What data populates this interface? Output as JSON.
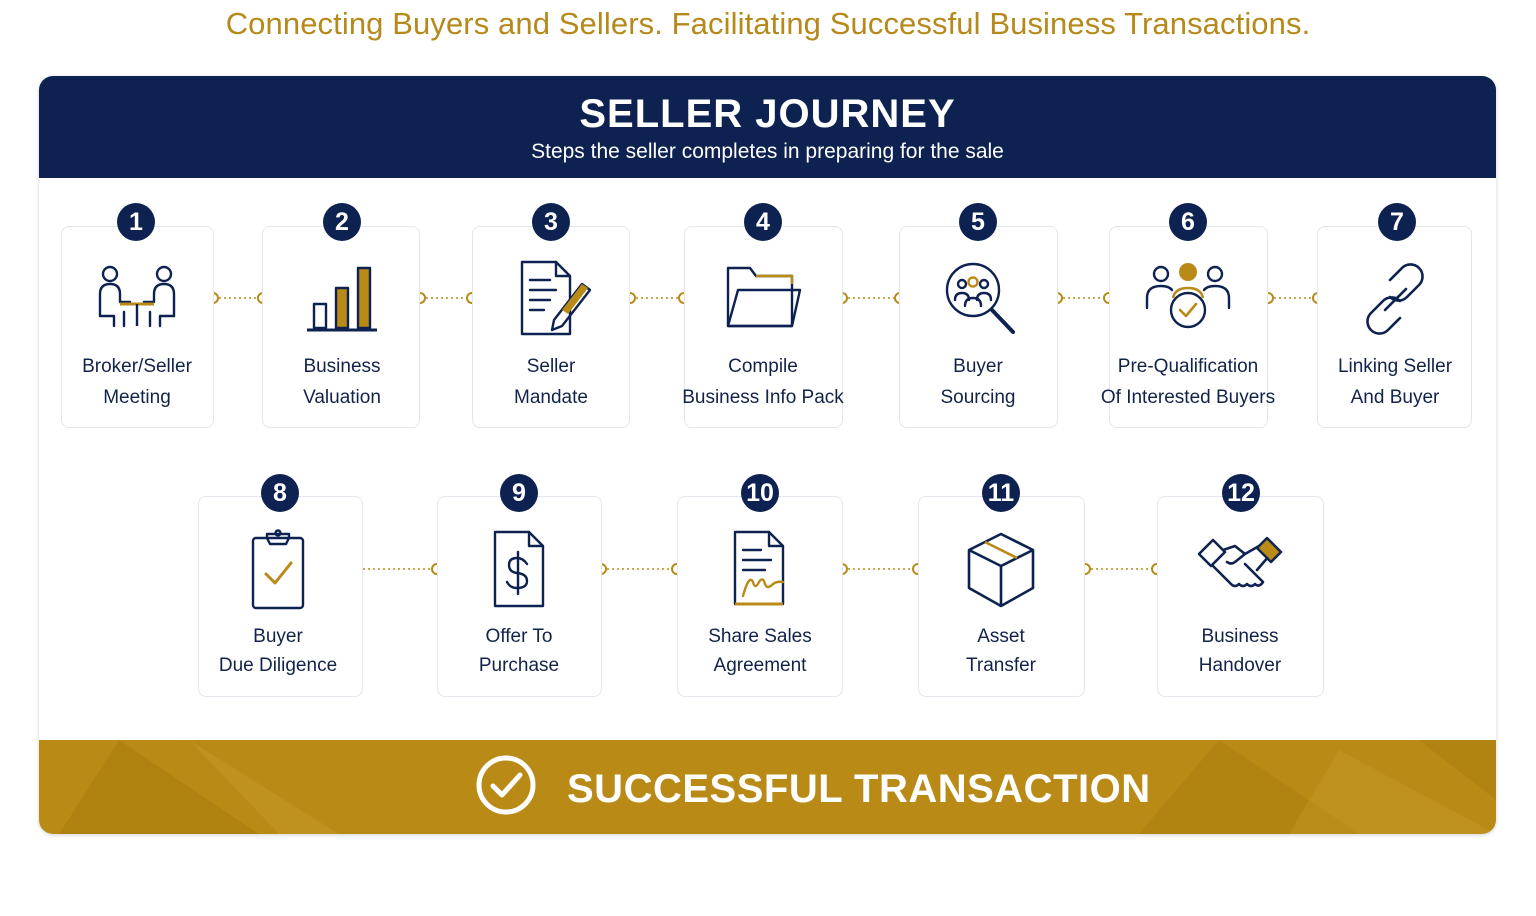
{
  "tagline": "Connecting Buyers and Sellers. Facilitating Successful Business Transactions.",
  "header": {
    "title": "SELLER JOURNEY",
    "subtitle": "Steps the seller completes in preparing for the sale"
  },
  "colors": {
    "navy": "#0d2250",
    "gold": "#b98a16",
    "text": "#12234a"
  },
  "steps": [
    {
      "number": "1",
      "line1": "Broker/Seller",
      "line2": "Meeting",
      "icon": "meeting-icon"
    },
    {
      "number": "2",
      "line1": "Business",
      "line2": "Valuation",
      "icon": "bar-chart-icon"
    },
    {
      "number": "3",
      "line1": "Seller",
      "line2": "Mandate",
      "icon": "document-pen-icon"
    },
    {
      "number": "4",
      "line1": "Compile",
      "line2": "Business Info Pack",
      "icon": "folder-icon"
    },
    {
      "number": "5",
      "line1": "Buyer",
      "line2": "Sourcing",
      "icon": "magnifier-people-icon"
    },
    {
      "number": "6",
      "line1": "Pre-Qualification",
      "line2": "Of Interested Buyers",
      "icon": "group-check-icon"
    },
    {
      "number": "7",
      "line1": "Linking Seller",
      "line2": "And Buyer",
      "icon": "chain-link-icon"
    },
    {
      "number": "8",
      "line1": "Buyer",
      "line2": "Due Diligence",
      "icon": "clipboard-check-icon"
    },
    {
      "number": "9",
      "line1": "Offer To",
      "line2": "Purchase",
      "icon": "dollar-document-icon"
    },
    {
      "number": "10",
      "line1": "Share Sales",
      "line2": "Agreement",
      "icon": "signed-agreement-icon"
    },
    {
      "number": "11",
      "line1": "Asset",
      "line2": "Transfer",
      "icon": "box-icon"
    },
    {
      "number": "12",
      "line1": "Business",
      "line2": "Handover",
      "icon": "handshake-icon"
    }
  ],
  "footer": {
    "label": "SUCCESSFUL TRANSACTION",
    "icon": "check-circle-icon"
  }
}
